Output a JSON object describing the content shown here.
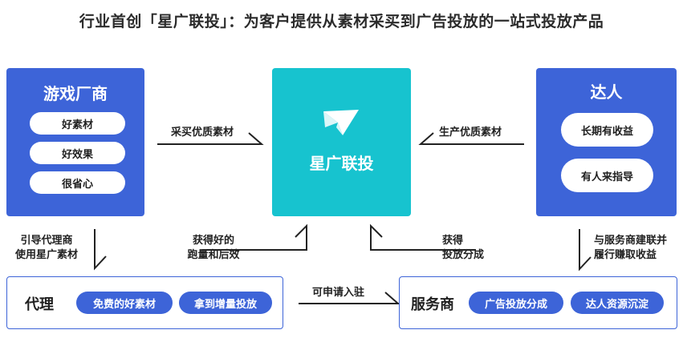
{
  "title": "行业首创「星广联投」：为客户提供从素材采买到广告投放的一站式投放产品",
  "game_vendor": {
    "title": "游戏厂商",
    "items": [
      "好素材",
      "好效果",
      "很省心"
    ]
  },
  "center": {
    "title": "星广联投",
    "logo_icon": "paper-plane-icon"
  },
  "talent": {
    "title": "达人",
    "items": [
      "长期有收益",
      "有人来指导"
    ]
  },
  "agency": {
    "title": "代理",
    "items": [
      "免费的好素材",
      "拿到增量投放"
    ]
  },
  "service_provider": {
    "title": "服务商",
    "items": [
      "广告投放分成",
      "达人资源沉淀"
    ]
  },
  "edges": {
    "vendor_to_center": "采买优质素材",
    "talent_to_center": "生产优质素材",
    "vendor_to_agency_line1": "引导代理商",
    "vendor_to_agency_line2": "使用星广素材",
    "center_to_agency_line1": "获得好的",
    "center_to_agency_line2": "跑量和后效",
    "provider_to_center_line1": "获得",
    "provider_to_center_line2": "投放分成",
    "talent_to_provider_line1": "与服务商建联并",
    "talent_to_provider_line2": "履行赚取收益",
    "agency_to_provider": "可申请入驻"
  },
  "colors": {
    "blue": "#3d64d8",
    "teal": "#17c3cf",
    "line": "#222222"
  }
}
